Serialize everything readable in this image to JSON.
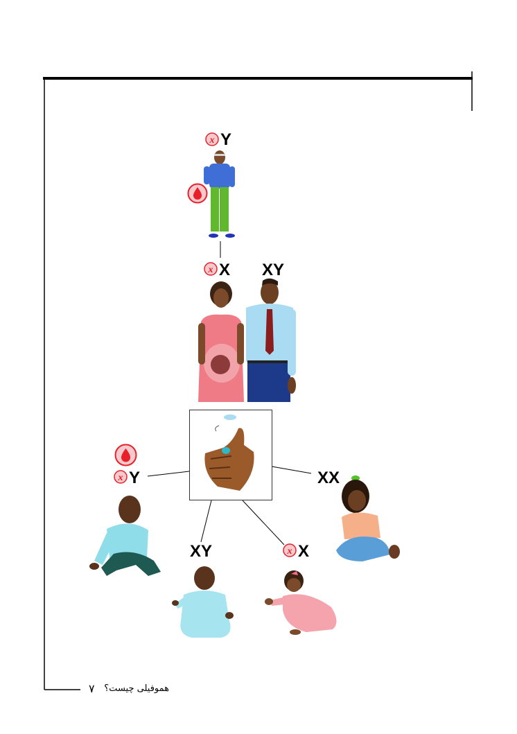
{
  "labels": {
    "grandfather": "Y",
    "mother": "X",
    "father": "XY",
    "son_affected": "Y",
    "son_unaffected": "XY",
    "daughter_carrier": "X",
    "daughter_normal": "XX"
  },
  "icons": {
    "carrier_badge": "x-chromosome-marked-icon",
    "bleeding": "blood-drop-icon"
  },
  "footer": {
    "title": "هموفیلی چیست؟",
    "page_number": "۷"
  },
  "colors": {
    "badge_red": "#e8202a",
    "badge_pink": "#f6c9cc"
  }
}
